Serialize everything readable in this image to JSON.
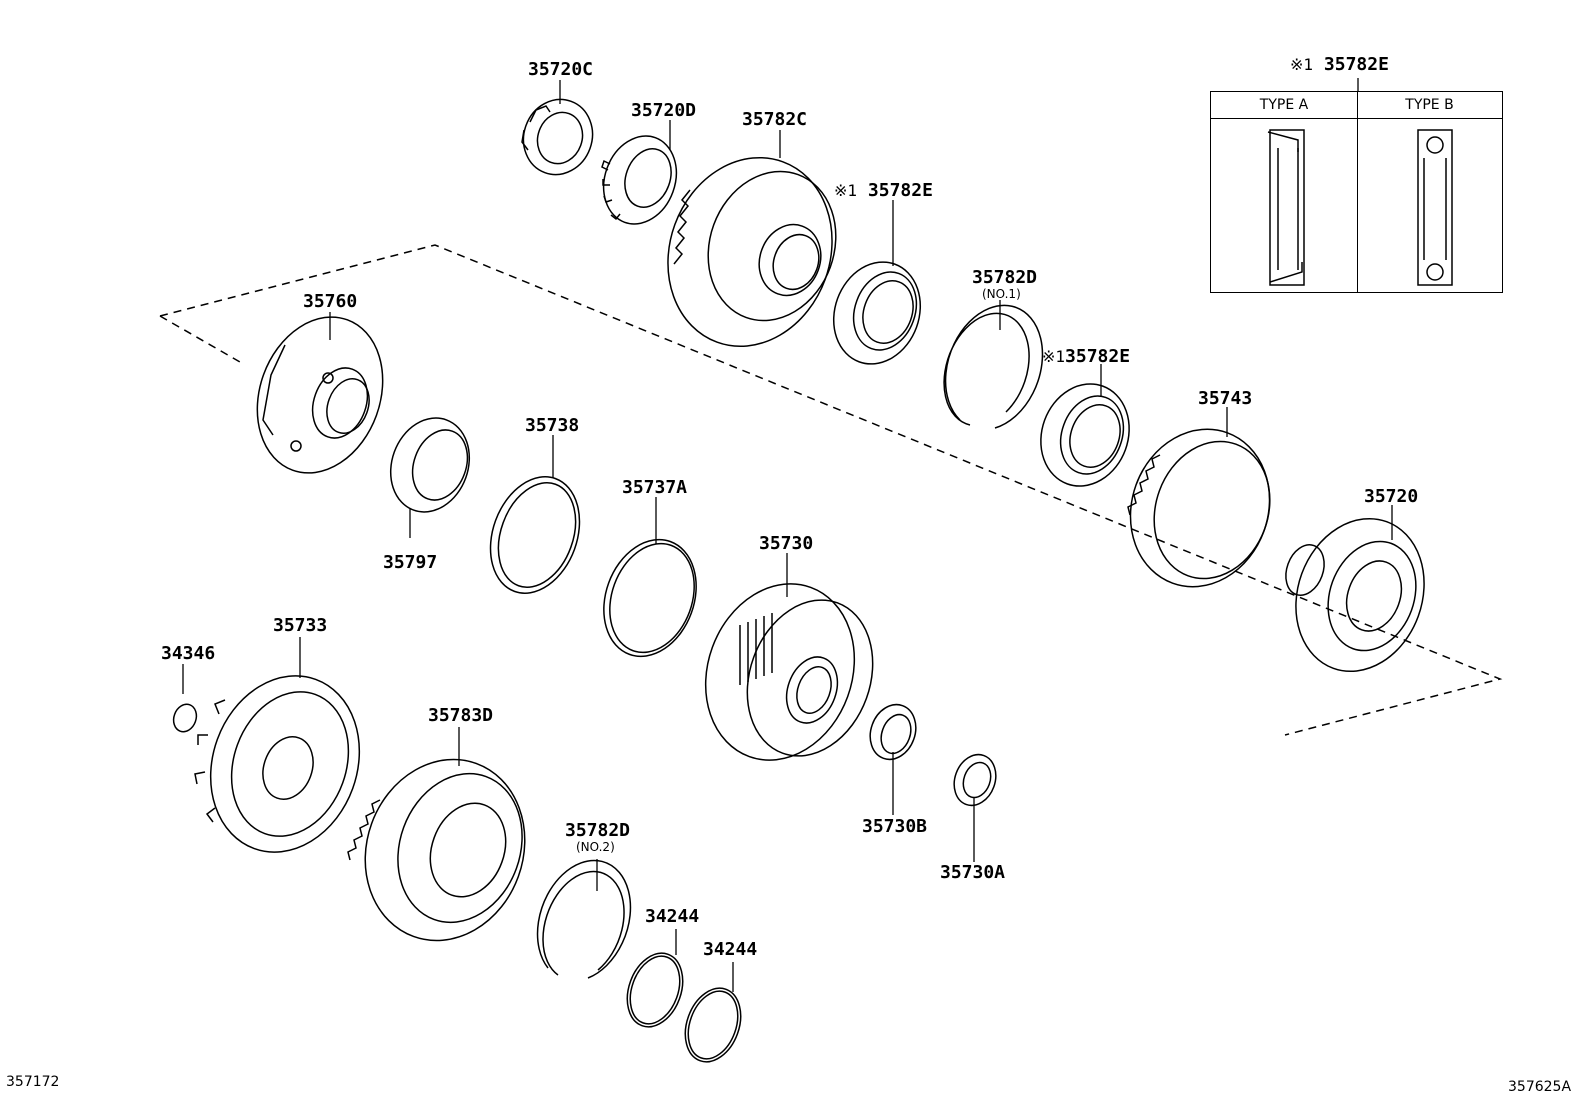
{
  "labels": {
    "p35720C": "35720C",
    "p35720D": "35720D",
    "p35782C": "35782C",
    "p35782E_a": "35782E",
    "p35782E_b": "35782E",
    "p35782E_inset": "35782E",
    "p35782D_1": "35782D",
    "p35782D_1_sub": "(NO.1)",
    "p35760": "35760",
    "p35738": "35738",
    "p35737A": "35737A",
    "p35797": "35797",
    "p35743": "35743",
    "p35720": "35720",
    "p35730": "35730",
    "p35733": "35733",
    "p34346": "34346",
    "p35783D": "35783D",
    "p35782D_2": "35782D",
    "p35782D_2_sub": "(NO.2)",
    "p35730B": "35730B",
    "p35730A": "35730A",
    "p34244_a": "34244",
    "p34244_b": "34244"
  },
  "note_mark": "※1",
  "inset": {
    "type_a": "TYPE A",
    "type_b": "TYPE B"
  },
  "footer": {
    "left_code": "357172",
    "right_code": "357625A"
  }
}
